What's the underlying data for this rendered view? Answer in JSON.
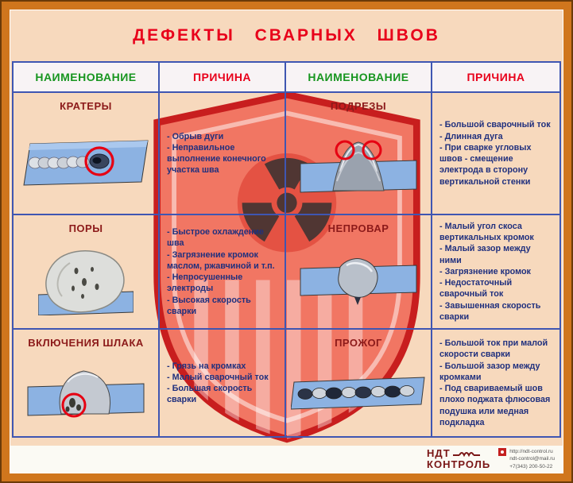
{
  "title": "ДЕФЕКТЫ СВАРНЫХ ШВОВ",
  "table": {
    "headers": [
      "НАИМЕНОВАНИЕ",
      "ПРИЧИНА",
      "НАИМЕНОВАНИЕ",
      "ПРИЧИНА"
    ],
    "rows": [
      {
        "left_name": "КРАТЕРЫ",
        "left_causes": "- Обрыв дуги\n- Неправильное выполнение конечного участка шва",
        "right_name": "ПОДРЕЗЫ",
        "right_causes": "- Большой сварочный ток\n- Длинная дуга\n- При сварке угловых швов - смещение электрода в сторону вертикальной стенки"
      },
      {
        "left_name": "ПОРЫ",
        "left_causes": "- Быстрое охлаждение шва\n- Загрязнение кромок маслом, ржавчиной и т.п.\n- Непросушенные электроды\n- Высокая скорость сварки",
        "right_name": "НЕПРОВАР",
        "right_causes": "- Малый угол скоса вертикальных кромок\n- Малый зазор между ними\n- Загрязнение кромок\n- Недостаточный сварочный ток\n- Завышенная скорость сварки"
      },
      {
        "left_name": "ВКЛЮЧЕНИЯ ШЛАКА",
        "left_causes": "- Грязь на кромках\n- Малый сварочный ток\n- Большая скорость сварки",
        "right_name": "ПРОЖОГ",
        "right_causes": "- Большой ток при малой скорости сварки\n- Большой зазор между кромками\n- Под свариваемый шов плохо поджата флюсовая подушка или медная подкладка"
      }
    ]
  },
  "images": {
    "row0_left": "craters-weld-photo",
    "row0_right": "undercut-weld-photo",
    "row1_left": "pores-weld-photo",
    "row1_right": "lack-of-fusion-weld-photo",
    "row2_left": "slag-inclusions-weld-photo",
    "row2_right": "burn-through-weld-photo",
    "watermark": "radiation-shield-watermark"
  },
  "footer": {
    "logo_line1": "НДТ",
    "logo_line2": "КОНТРОЛЬ",
    "contact_url": "http://ndt-control.ru",
    "contact_email": "ndt-control@mail.ru",
    "contact_phone": "+7(343) 200-50-22"
  },
  "colors": {
    "accent_red": "#e8001a",
    "header_green": "#17951f",
    "cause_text_blue": "#20307e",
    "defect_name_maroon": "#8c1a1a",
    "plate_blue": "#8cb2e2",
    "shield_red": "#ee4f40",
    "frame_orange": "#d0761d",
    "background_peach": "#f7d9bd",
    "grid_blue": "#3f56b2"
  }
}
